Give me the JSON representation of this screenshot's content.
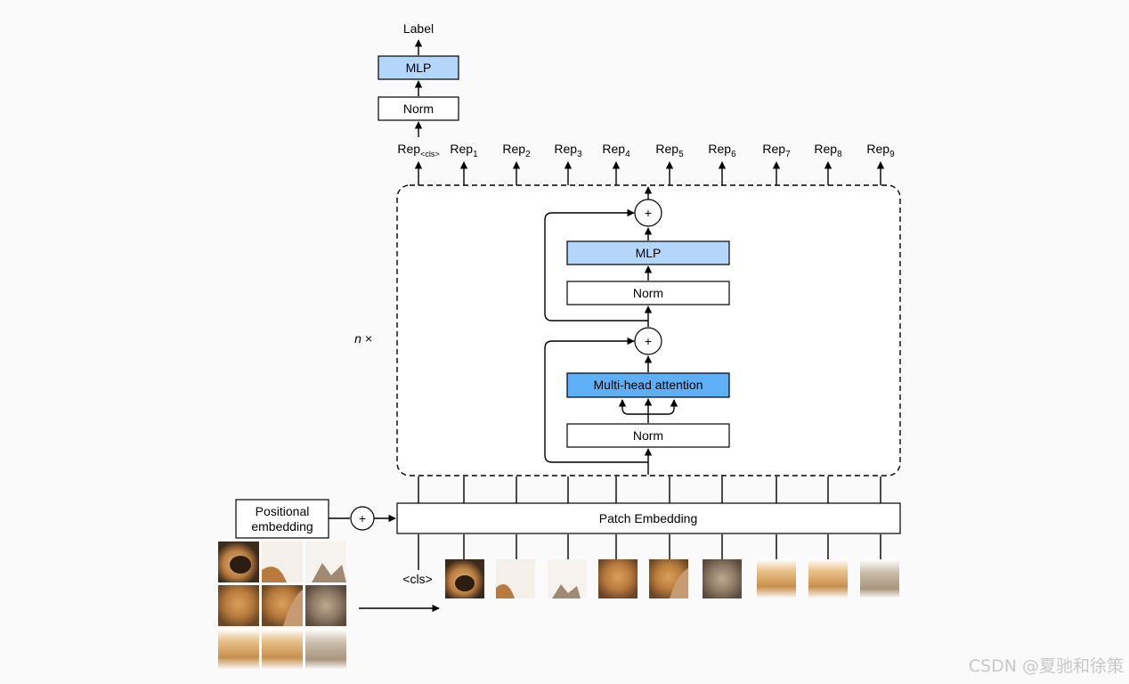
{
  "title": "",
  "colors": {
    "background": "#fafafa",
    "block_fill": "#ffffff",
    "mlp_fill": "#b3d7fb",
    "attention_fill": "#5db0f5",
    "line": "#000000",
    "watermark": "#c8c8c8"
  },
  "nodes": {
    "label_out": "Label",
    "head_mlp": "MLP",
    "head_norm": "Norm",
    "block_mlp": "MLP",
    "block_norm2": "Norm",
    "attention": "Multi-head attention",
    "block_norm1": "Norm",
    "patch_embedding": "Patch Embedding",
    "positional_line1": "Positional",
    "positional_line2": "embedding",
    "plus": "+",
    "repeat": "n ×",
    "cls_token": "<cls>"
  },
  "reps": [
    {
      "base": "Rep",
      "sub": "<cls>"
    },
    {
      "base": "Rep",
      "sub": "1"
    },
    {
      "base": "Rep",
      "sub": "2"
    },
    {
      "base": "Rep",
      "sub": "3"
    },
    {
      "base": "Rep",
      "sub": "4"
    },
    {
      "base": "Rep",
      "sub": "5"
    },
    {
      "base": "Rep",
      "sub": "6"
    },
    {
      "base": "Rep",
      "sub": "7"
    },
    {
      "base": "Rep",
      "sub": "8"
    },
    {
      "base": "Rep",
      "sub": "9"
    }
  ],
  "watermark": "CSDN @夏驰和徐策"
}
